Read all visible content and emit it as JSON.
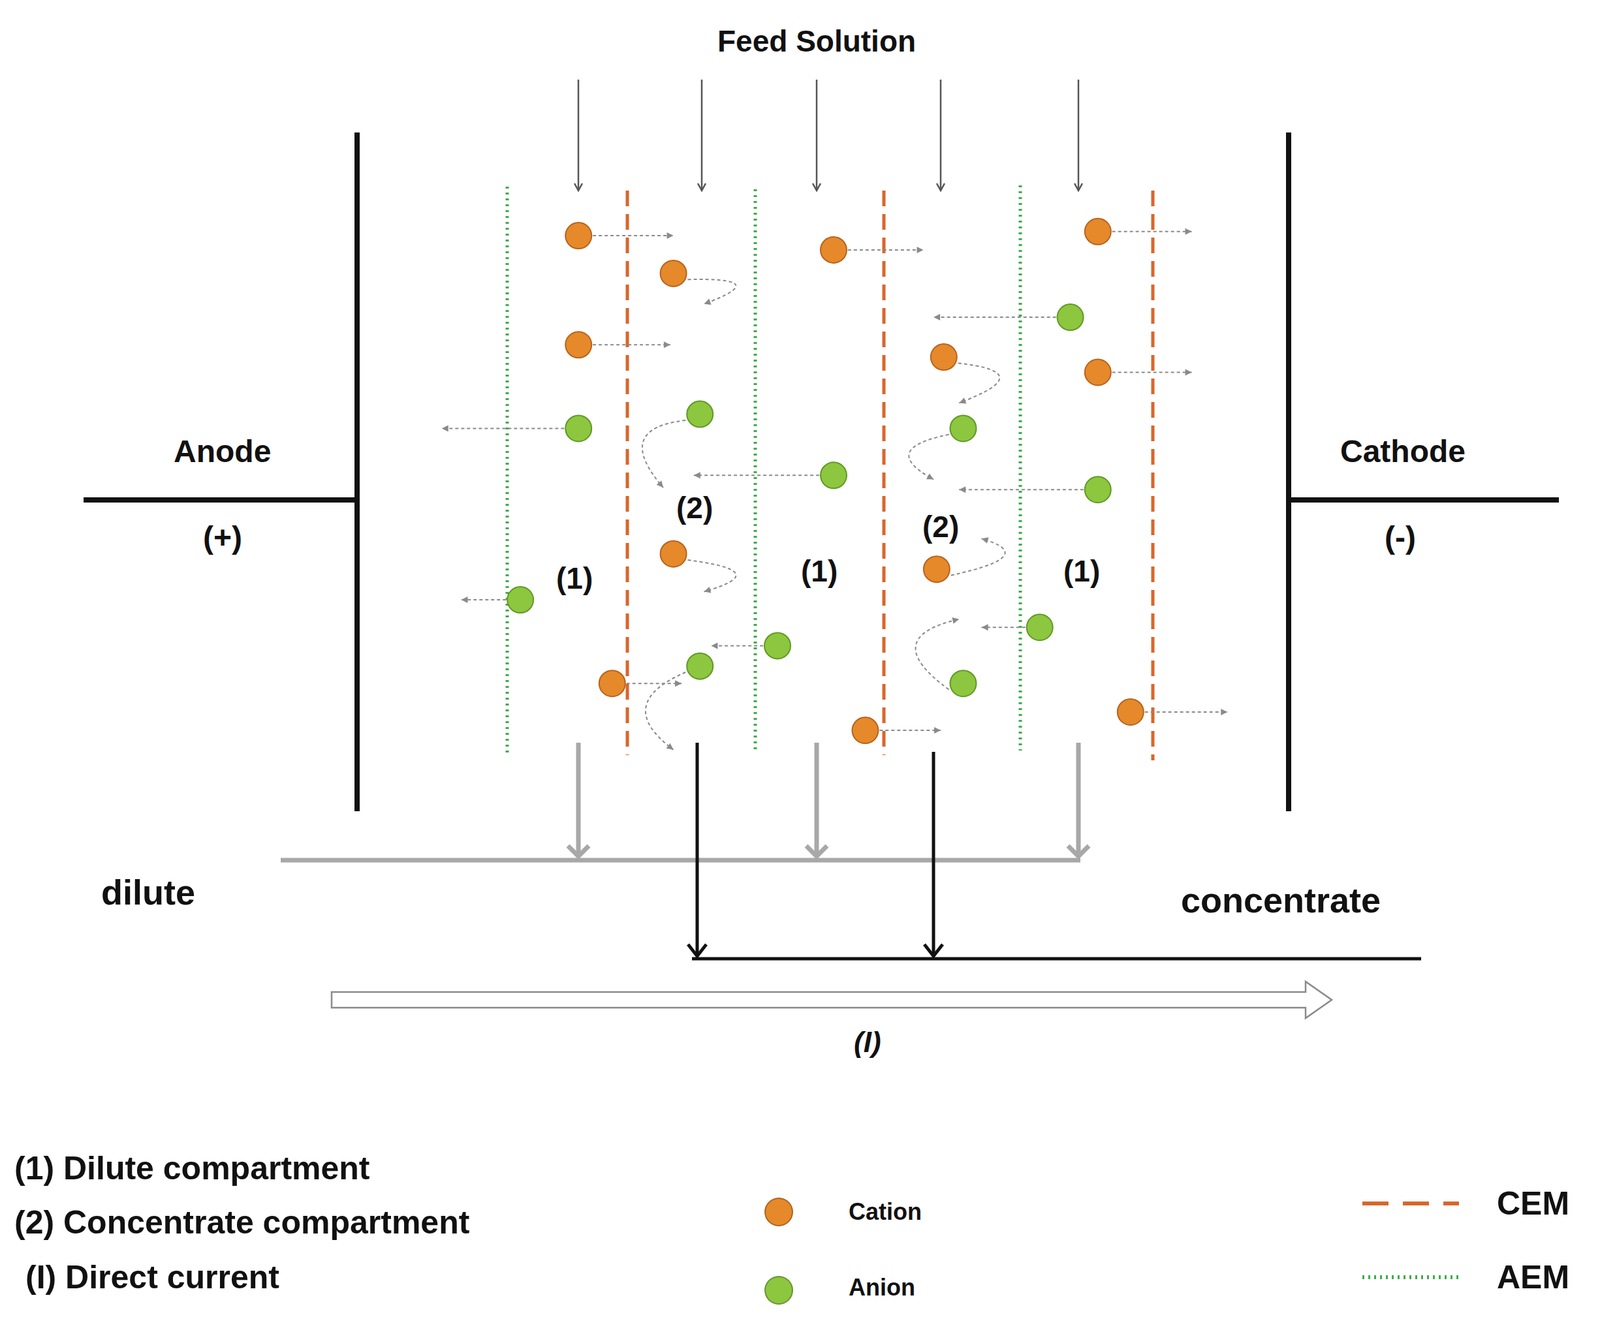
{
  "diagram": {
    "title": "Feed Solution",
    "labels": [
      "Anode",
      "(+)",
      "Cathode",
      "(-)",
      "(2)",
      "(2)",
      "(1)",
      "(1)",
      "(1)",
      "dilute",
      "concentrate",
      "(I)",
      "(1) Dilute compartment",
      "(2) Concentrate compartment",
      "(I) Direct current"
    ],
    "legend": [
      {
        "text": "Cation",
        "color": "#e5892b"
      },
      {
        "text": "Anion",
        "color": "#8dc63f"
      },
      {
        "text": "CEM"
      },
      {
        "text": "AEM"
      }
    ]
  }
}
